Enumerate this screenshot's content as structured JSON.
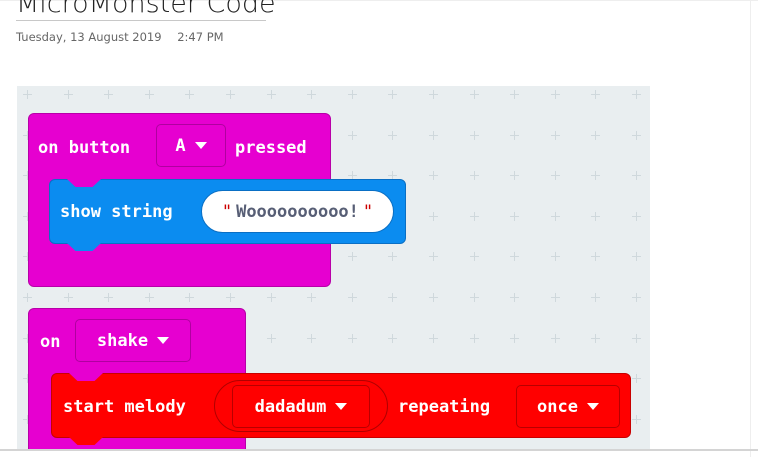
{
  "page": {
    "title": "MicroMonster Code",
    "date": "Tuesday, 13 August 2019",
    "time": "2:47 PM"
  },
  "blocks": {
    "button_event": {
      "prefix": "on button",
      "button": "A",
      "suffix": "pressed"
    },
    "show_string": {
      "label": "show string",
      "value": "Woooooooooo!",
      "quote": "\""
    },
    "shake_event": {
      "prefix": "on",
      "gesture": "shake"
    },
    "start_melody": {
      "label": "start melody",
      "melody": "dadadum",
      "repeat_label": "repeating",
      "repeat": "once"
    }
  },
  "colors": {
    "event": "#e600d0",
    "basic": "#0b8cf0",
    "music": "#ff0000",
    "workspace": "#e9eef0"
  }
}
